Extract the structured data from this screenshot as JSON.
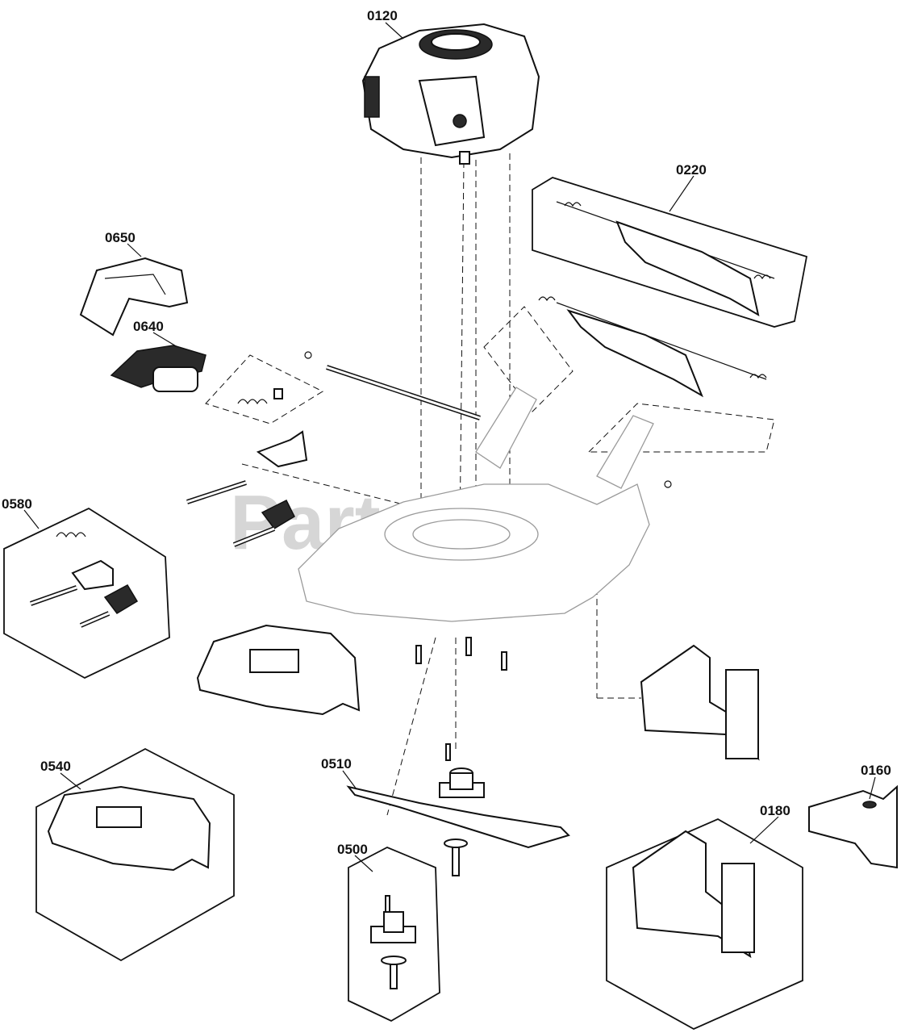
{
  "watermark": "PartsTree",
  "callouts": [
    {
      "id": "0120",
      "label": "0120"
    },
    {
      "id": "0220",
      "label": "0220"
    },
    {
      "id": "0650",
      "label": "0650"
    },
    {
      "id": "0640",
      "label": "0640"
    },
    {
      "id": "0580",
      "label": "0580"
    },
    {
      "id": "0540",
      "label": "0540"
    },
    {
      "id": "0510",
      "label": "0510"
    },
    {
      "id": "0500",
      "label": "0500"
    },
    {
      "id": "0180",
      "label": "0180"
    },
    {
      "id": "0160",
      "label": "0160"
    }
  ]
}
